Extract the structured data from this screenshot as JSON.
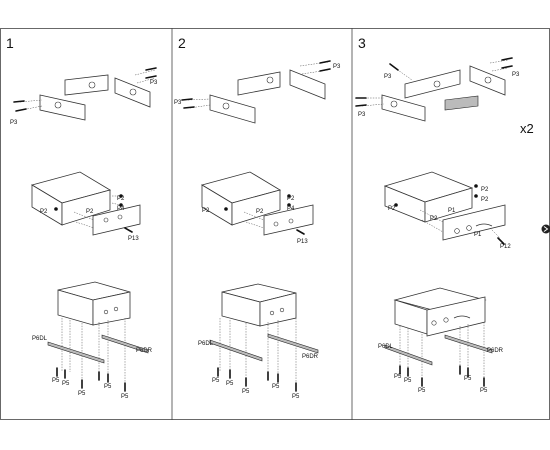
{
  "steps": [
    {
      "number": "1",
      "row1": [
        "P3",
        "P3"
      ],
      "row2": [
        "P2",
        "P2",
        "P2",
        "P4",
        "P13"
      ],
      "row3": [
        "P6DL",
        "P6DR",
        "P5",
        "P5",
        "P5",
        "P5",
        "P5"
      ]
    },
    {
      "number": "2",
      "row1": [
        "P3",
        "P3"
      ],
      "row2": [
        "P2",
        "P2",
        "P2",
        "P4",
        "P13"
      ],
      "row3": [
        "P6DL",
        "P6DR",
        "P5",
        "P5",
        "P5",
        "P5",
        "P5"
      ]
    },
    {
      "number": "3",
      "row1": [
        "P3",
        "P3",
        "P3"
      ],
      "multiplier": "x2",
      "row2": [
        "P2",
        "P2",
        "P2",
        "P1",
        "P2",
        "P1",
        "P12"
      ],
      "row3": [
        "P6DL",
        "P6DR",
        "P5",
        "P5",
        "P5",
        "P5",
        "P5"
      ]
    }
  ]
}
